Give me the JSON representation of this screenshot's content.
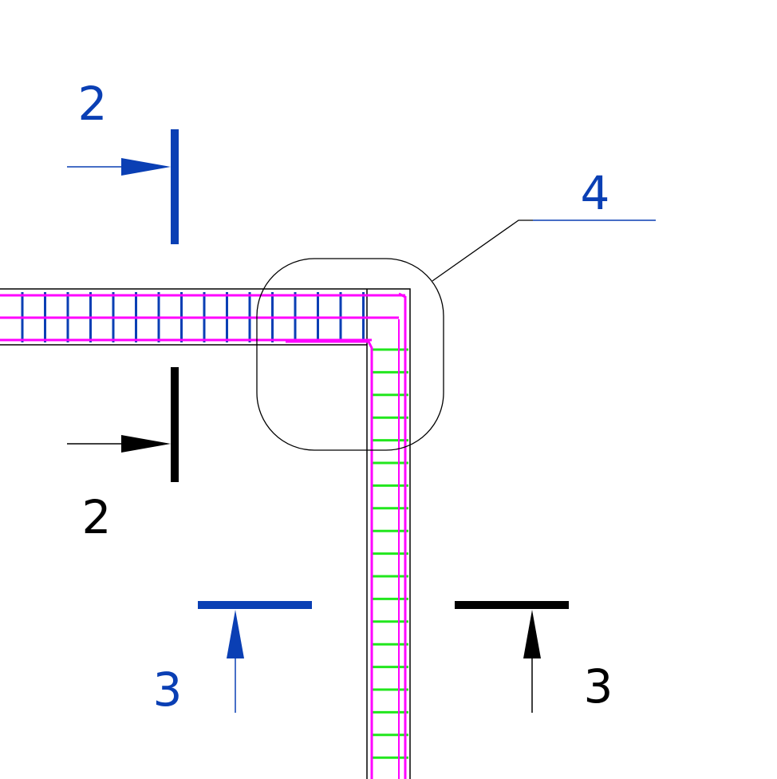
{
  "colors": {
    "blue": "#0a3fb4",
    "black": "#000000",
    "magenta": "#ff00ff",
    "green": "#22e61e",
    "outline": "#000000"
  },
  "section_marks": {
    "top_left": "2",
    "bottom_left": "2",
    "left_bottom": "3",
    "right_bottom": "3"
  },
  "detail_callout": {
    "label": "4"
  }
}
